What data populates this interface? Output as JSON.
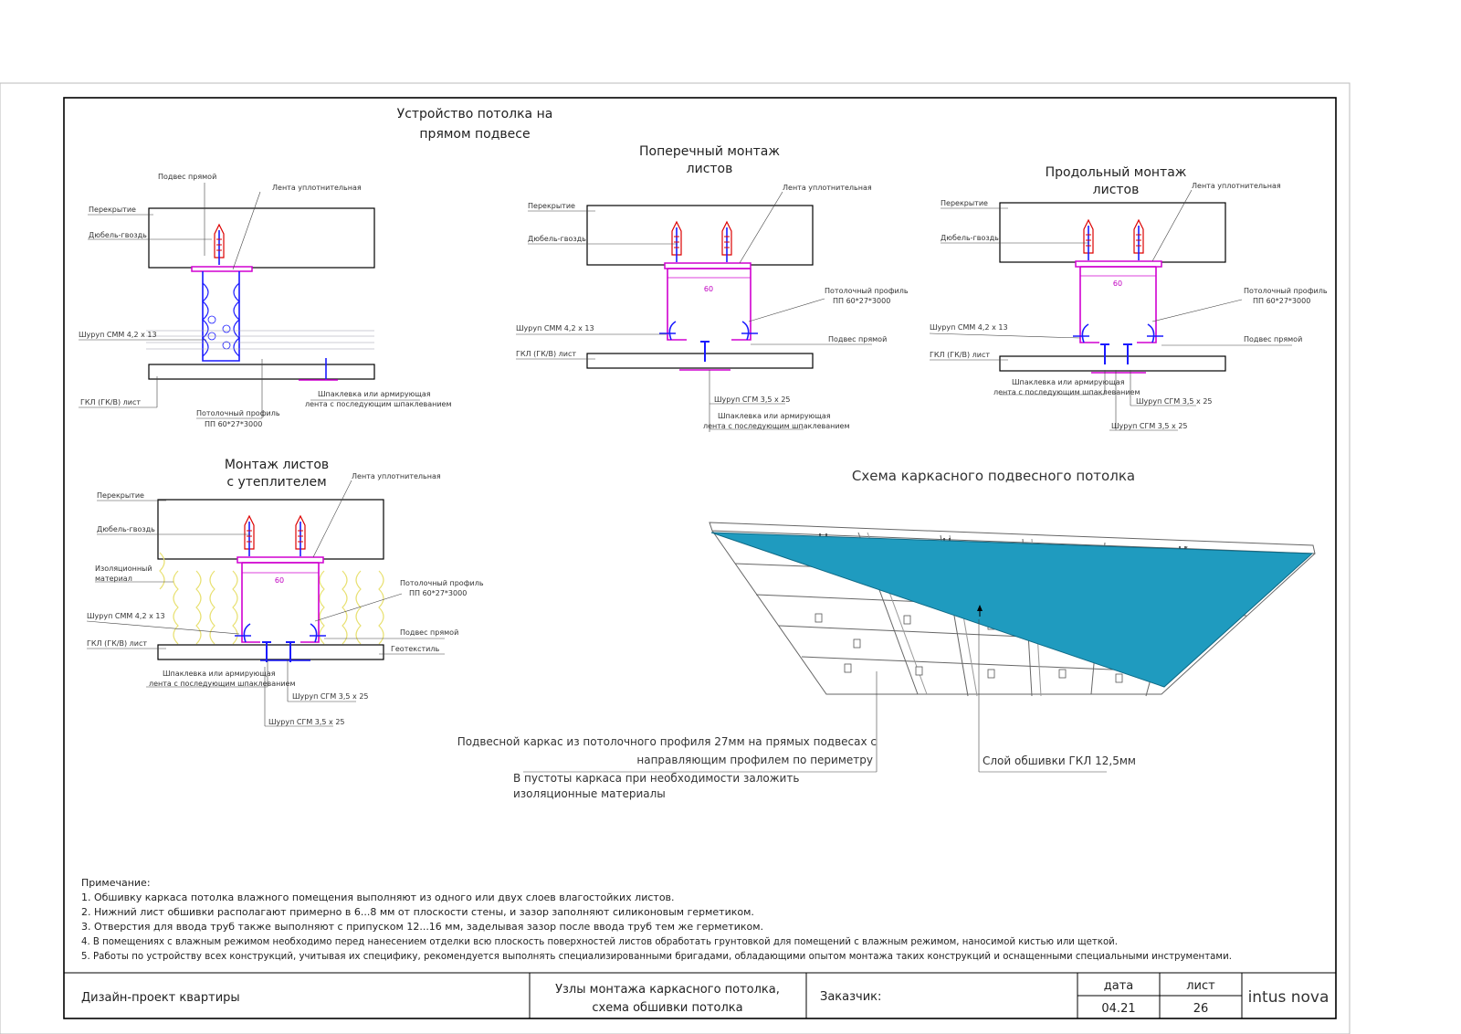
{
  "drawing": {
    "titles": {
      "direct": [
        "Устройство потолка на",
        "прямом подвесе"
      ],
      "cross": [
        "Поперечный монтаж",
        "листов"
      ],
      "long": [
        "Продольный монтаж",
        "листов"
      ],
      "insul": [
        "Монтаж листов",
        "с утеплителем"
      ],
      "scheme": "Схема каркасного подвесного потолка"
    },
    "labels": {
      "podves_pryamoy": "Подвес прямой",
      "lenta": "Лента уплотнительная",
      "perekrytie": "Перекрытие",
      "dubel": "Дюбель-гвоздь",
      "shurup_smm": "Шуруп СММ 4,2 х 13",
      "gkl": "ГКЛ (ГК/В) лист",
      "profile1": "Потолочный профиль",
      "profile2": "ПП 60*27*3000",
      "shpak1": "Шпаклевка или армирующая",
      "shpak2": "лента с последующим шпаклеванием",
      "shurup_sgm": "Шуруп СГМ 3,5 х 25",
      "izol1": "Изоляционный",
      "izol2": "материал",
      "geotextile": "Геотекстиль",
      "dim60": "60"
    },
    "scheme_notes": {
      "frame1": "Подвесной каркас из потолочного профиля 27мм на прямых подвесах с",
      "frame2": "направляющим профилем по периметру",
      "layer": "Слой обшивки ГКЛ 12,5мм",
      "void1": "В пустоты каркаса при необходимости заложить",
      "void2": "изоляционные материалы"
    },
    "notes": {
      "heading": "Примечание:",
      "items": [
        "1. Обшивку каркаса потолка влажного помещения выполняют из одного или двух слоев влагостойких листов.",
        "2. Нижний лист обшивки располагают примерно в 6...8 мм от плоскости стены, и зазор заполняют силиконовым герметиком.",
        "3. Отверстия для ввода труб также выполняют с припуском 12...16 мм, заделывая зазор после ввода труб тем же герметиком.",
        "4. В помещениях с влажным режимом необходимо перед нанесением отделки всю плоскость поверхностей листов обработать грунтовкой для помещений с влажным режимом, наносимой кистью или щеткой.",
        "5. Работы по устройству всех конструкций, учитывая их специфику, рекомендуется выполнять специализированными бригадами, обладающими опытом монтажа таких конструкций и оснащенными специальными инструментами."
      ]
    },
    "title_block": {
      "project": "Дизайн-проект квартиры",
      "sheet_title1": "Узлы монтажа каркасного потолка,",
      "sheet_title2": "схема обшивки потолка",
      "customer": "Заказчик:",
      "date_label": "дата",
      "date_value": "04.21",
      "sheet_label": "лист",
      "sheet_value": "26",
      "brand": "intus nova"
    },
    "colors": {
      "panel": "#1f9bbf",
      "profile": "#d000d0",
      "screw": "#1a1aff",
      "insulation": "#e8e070"
    }
  }
}
